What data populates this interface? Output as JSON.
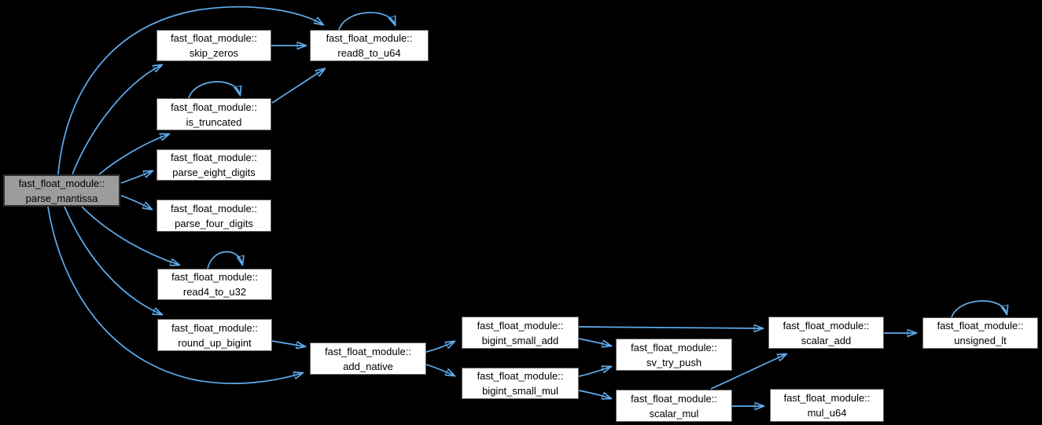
{
  "diagram": {
    "type": "call-graph",
    "colors": {
      "background": "#000000",
      "edge": "#5fadf0",
      "node_fill": "#ffffff",
      "node_border": "#636363",
      "highlight_fill": "#9c9c9c",
      "highlight_border": "#2e2e2e",
      "text": "#000000"
    },
    "nodes": [
      {
        "id": "parse_mantissa",
        "line1": "fast_float_module::",
        "line2": "parse_mantissa",
        "highlighted": true
      },
      {
        "id": "skip_zeros",
        "line1": "fast_float_module::",
        "line2": "skip_zeros",
        "highlighted": false
      },
      {
        "id": "read8_to_u64",
        "line1": "fast_float_module::",
        "line2": "read8_to_u64",
        "highlighted": false
      },
      {
        "id": "is_truncated",
        "line1": "fast_float_module::",
        "line2": "is_truncated",
        "highlighted": false
      },
      {
        "id": "parse_eight_digits",
        "line1": "fast_float_module::",
        "line2": "parse_eight_digits",
        "highlighted": false
      },
      {
        "id": "parse_four_digits",
        "line1": "fast_float_module::",
        "line2": "parse_four_digits",
        "highlighted": false
      },
      {
        "id": "read4_to_u32",
        "line1": "fast_float_module::",
        "line2": "read4_to_u32",
        "highlighted": false
      },
      {
        "id": "round_up_bigint",
        "line1": "fast_float_module::",
        "line2": "round_up_bigint",
        "highlighted": false
      },
      {
        "id": "add_native",
        "line1": "fast_float_module::",
        "line2": "add_native",
        "highlighted": false
      },
      {
        "id": "bigint_small_add",
        "line1": "fast_float_module::",
        "line2": "bigint_small_add",
        "highlighted": false
      },
      {
        "id": "sv_try_push",
        "line1": "fast_float_module::",
        "line2": "sv_try_push",
        "highlighted": false
      },
      {
        "id": "bigint_small_mul",
        "line1": "fast_float_module::",
        "line2": "bigint_small_mul",
        "highlighted": false
      },
      {
        "id": "scalar_mul",
        "line1": "fast_float_module::",
        "line2": "scalar_mul",
        "highlighted": false
      },
      {
        "id": "scalar_add",
        "line1": "fast_float_module::",
        "line2": "scalar_add",
        "highlighted": false
      },
      {
        "id": "mul_u64",
        "line1": "fast_float_module::",
        "line2": "mul_u64",
        "highlighted": false
      },
      {
        "id": "unsigned_lt",
        "line1": "fast_float_module::",
        "line2": "unsigned_lt",
        "highlighted": false
      }
    ],
    "edges": [
      {
        "from": "parse_mantissa",
        "to": "read8_to_u64"
      },
      {
        "from": "parse_mantissa",
        "to": "skip_zeros"
      },
      {
        "from": "parse_mantissa",
        "to": "is_truncated"
      },
      {
        "from": "parse_mantissa",
        "to": "parse_eight_digits"
      },
      {
        "from": "parse_mantissa",
        "to": "parse_four_digits"
      },
      {
        "from": "parse_mantissa",
        "to": "read4_to_u32"
      },
      {
        "from": "parse_mantissa",
        "to": "round_up_bigint"
      },
      {
        "from": "parse_mantissa",
        "to": "add_native"
      },
      {
        "from": "skip_zeros",
        "to": "read8_to_u64"
      },
      {
        "from": "is_truncated",
        "to": "read8_to_u64"
      },
      {
        "from": "round_up_bigint",
        "to": "add_native"
      },
      {
        "from": "add_native",
        "to": "bigint_small_add"
      },
      {
        "from": "add_native",
        "to": "bigint_small_mul"
      },
      {
        "from": "bigint_small_add",
        "to": "scalar_add"
      },
      {
        "from": "bigint_small_add",
        "to": "sv_try_push"
      },
      {
        "from": "bigint_small_mul",
        "to": "sv_try_push"
      },
      {
        "from": "bigint_small_mul",
        "to": "scalar_mul"
      },
      {
        "from": "scalar_mul",
        "to": "scalar_add"
      },
      {
        "from": "scalar_mul",
        "to": "mul_u64"
      },
      {
        "from": "scalar_add",
        "to": "unsigned_lt"
      },
      {
        "from": "read8_to_u64",
        "to": "read8_to_u64",
        "self_loop": true
      },
      {
        "from": "is_truncated",
        "to": "is_truncated",
        "self_loop": true
      },
      {
        "from": "read4_to_u32",
        "to": "read4_to_u32",
        "self_loop": true
      },
      {
        "from": "unsigned_lt",
        "to": "unsigned_lt",
        "self_loop": true
      }
    ]
  }
}
